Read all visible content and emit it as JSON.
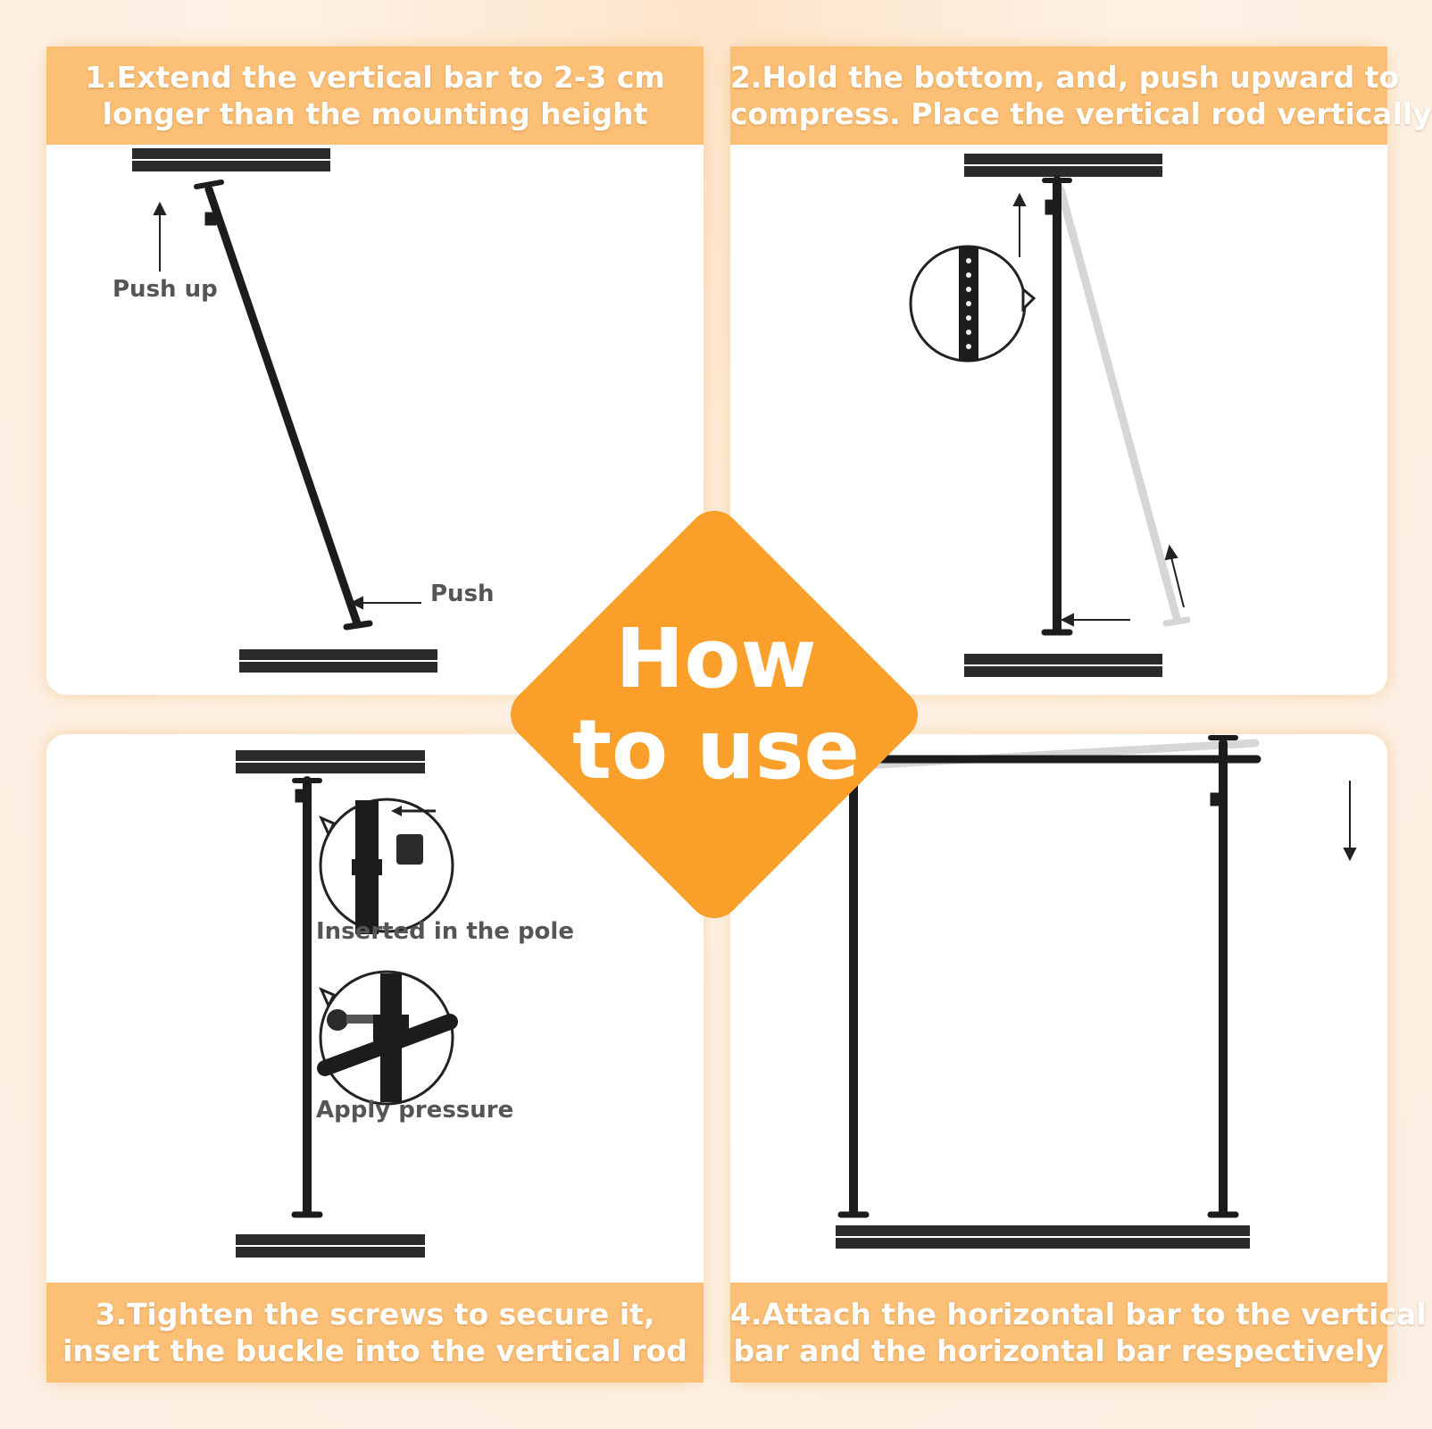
{
  "steps": [
    {
      "line1": "1.Extend the vertical bar to 2-3 cm",
      "line2": "longer than the mounting height"
    },
    {
      "line1": "2.Hold the bottom, and, push upward to",
      "line2": "compress. Place the vertical rod vertically"
    },
    {
      "line1": "3.Tighten the screws to secure it,",
      "line2": "insert the buckle into the vertical rod"
    },
    {
      "line1": "4.Attach the horizontal bar to the vertical",
      "line2": "bar and the horizontal bar respectively"
    }
  ],
  "labels": {
    "push_up": "Push up",
    "push": "Push",
    "inserted": "Inserted in the pole",
    "apply": "Apply pressure"
  },
  "badge": {
    "line1": "How",
    "line2": "to use"
  },
  "colors": {
    "band": "#fbbf76",
    "badge": "#f99f2a",
    "pole": "#1c1c1c",
    "ghost_pole": "#d6d6d6"
  }
}
